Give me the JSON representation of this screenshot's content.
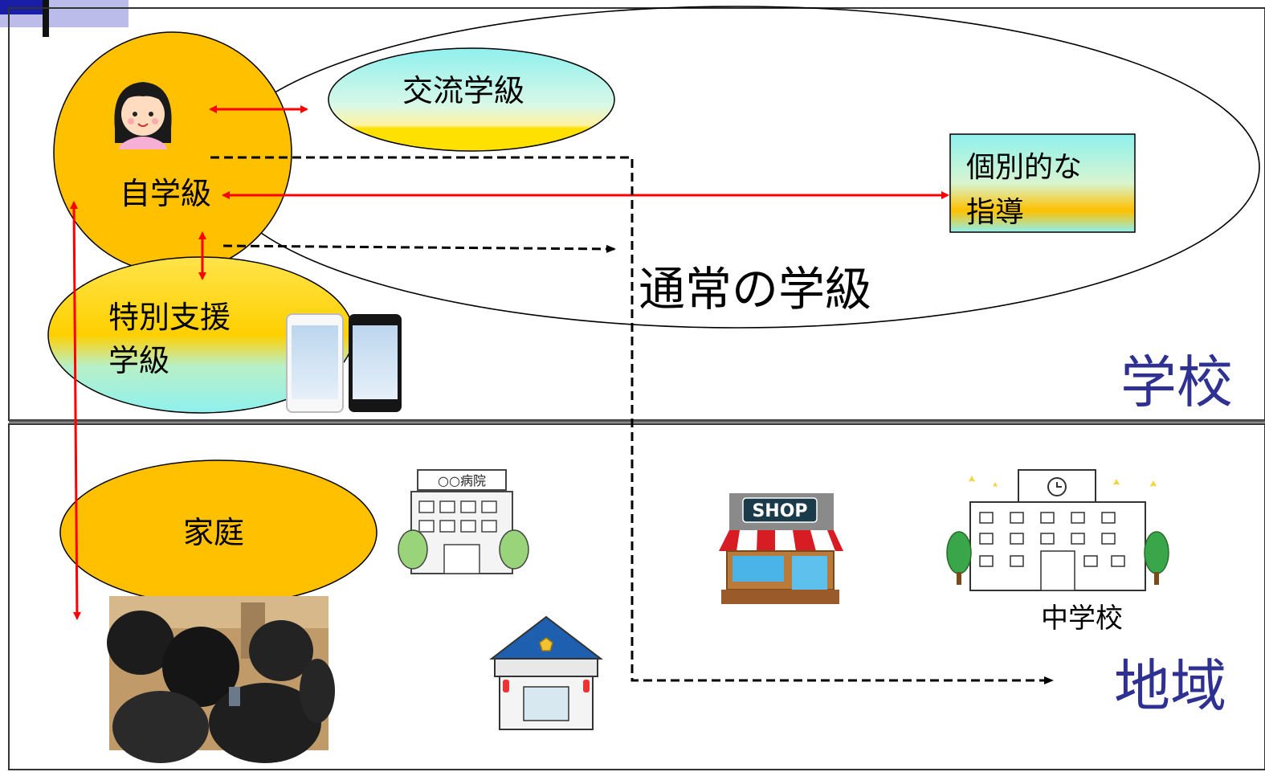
{
  "labels": {
    "own_class": "自学級",
    "exchange_class": "交流学級",
    "individual_guidance_line1": "個別的な",
    "individual_guidance_line2": "指導",
    "regular_class": "通常の学級",
    "special_support_line1": "特別支援",
    "special_support_line2": "学級",
    "school": "学校",
    "home": "家庭",
    "community": "地域",
    "junior_high": "中学校",
    "hospital_sign": "○○病院",
    "shop_sign": "SHOP"
  },
  "colors": {
    "orange": "#ffc000",
    "arrow_red": "#ff0000",
    "dashed": "#000000",
    "title_blue": "#2e3192",
    "gradient_top": "#9ff3ef",
    "gradient_mid": "#c9f0c0",
    "gradient_bottom": "#ffe100"
  }
}
